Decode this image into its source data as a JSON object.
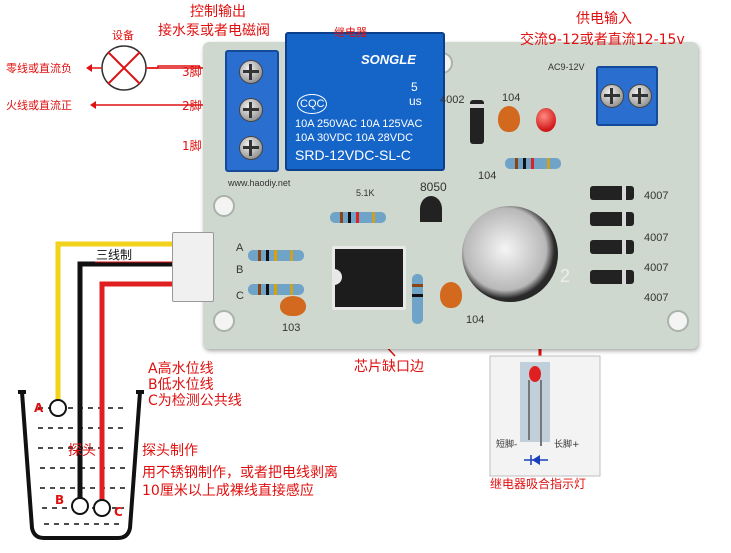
{
  "labels": {
    "device": "设备",
    "control_output_line1": "控制输出",
    "control_output_line2": "接水泵或者电磁阀",
    "relay": "继电器",
    "power_input_line1": "供电输入",
    "power_input_line2": "交流9-12或者直流12-15v",
    "neutral_wire": "零线或直流负",
    "live_wire": "火线或直流正",
    "pin3": "3脚",
    "pin2": "2脚",
    "pin1": "1脚",
    "three_wire": "三线制",
    "chip_notch": "芯片缺口边",
    "wire_a": "A高水位线",
    "wire_b": "B低水位线",
    "wire_c": "C为检测公共线",
    "probe": "探头",
    "probe_making_title": "探头制作",
    "probe_making_line1": "用不锈钢制作，或者把电线剥离",
    "probe_making_line2": "10厘米以上成裸线直接感应",
    "tank_a": "A",
    "tank_b": "B",
    "tank_c": "C",
    "led_caption": "继电器吸合指示灯",
    "led_short_leg": "短脚-",
    "led_long_leg": "长脚+"
  },
  "pcb_marks": {
    "relay_brand": "SONGLE",
    "relay_rating1": "10A 250VAC  10A 125VAC",
    "relay_rating2": "10A  30VDC  10A  28VDC",
    "relay_model": "SRD-12VDC-SL-C",
    "relay_five": "5",
    "relay_cqc": "CQC",
    "relay_us": "us",
    "website": "www.haodiy.net",
    "transistor": "8050",
    "diode_4002": "4002",
    "cap_104_a": "104",
    "cap_104_b": "104",
    "cap_104_c": "104",
    "cap_103": "103",
    "ac_label": "AC9-12V",
    "diode_4007_1": "4007",
    "diode_4007_2": "4007",
    "diode_4007_3": "4007",
    "diode_4007_4": "4007",
    "conn_a": "A",
    "conn_b": "B",
    "conn_c": "C",
    "res_mark": "5.1K",
    "cap_mark": "2"
  },
  "colors": {
    "label_blue": "#1a3fbf",
    "label_red": "#e01010",
    "wire_yellow": "#f2d21a",
    "wire_black": "#111111",
    "wire_red": "#e02020",
    "relay_blue": "#1565c8",
    "terminal_blue": "#2a6fd0",
    "pcb_green_gray": "#cfd8cf"
  },
  "icons": {
    "device": "crossed-circle-symbol",
    "led": "red-led-component",
    "diode": "diode-symbol"
  }
}
